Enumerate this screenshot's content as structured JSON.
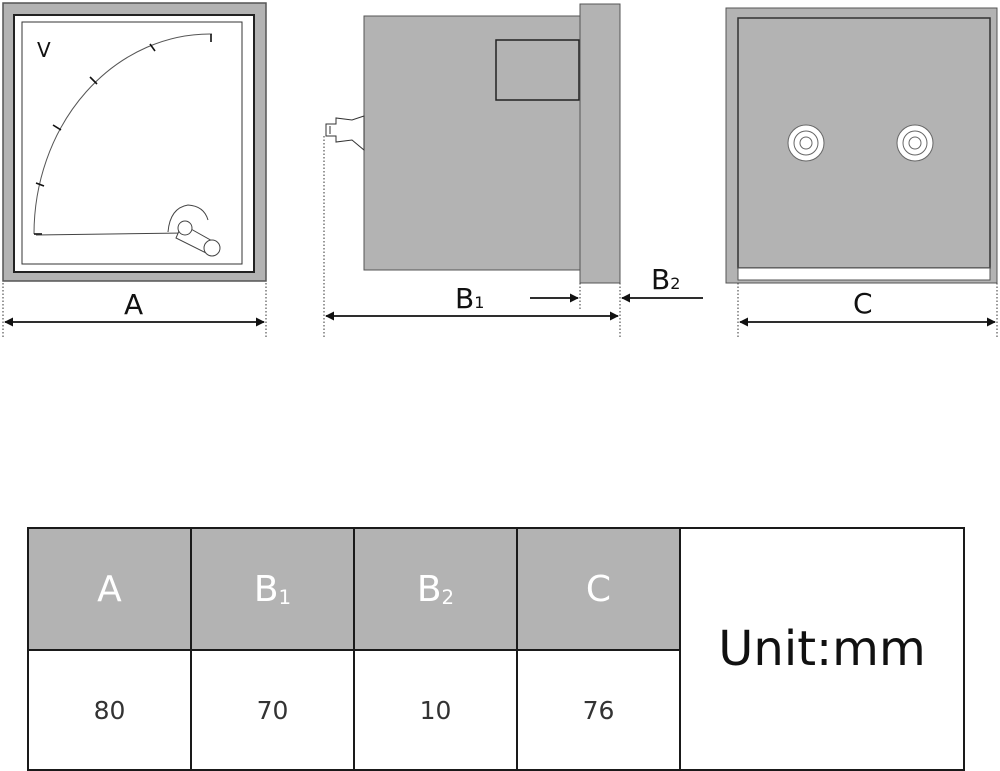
{
  "meter_face": {
    "unit_label": "V"
  },
  "dimensions": {
    "a": "A",
    "b1": "B",
    "b1_sub": "1",
    "b2": "B",
    "b2_sub": "2",
    "c": "C"
  },
  "table": {
    "headers": [
      {
        "main": "A",
        "sub": ""
      },
      {
        "main": "B",
        "sub": "1"
      },
      {
        "main": "B",
        "sub": "2"
      },
      {
        "main": "C",
        "sub": ""
      }
    ],
    "values": [
      "80",
      "70",
      "10",
      "76"
    ],
    "unit_note": "Unit:mm"
  },
  "colors": {
    "body_gray": "#b3b3b3",
    "line": "#111111"
  }
}
